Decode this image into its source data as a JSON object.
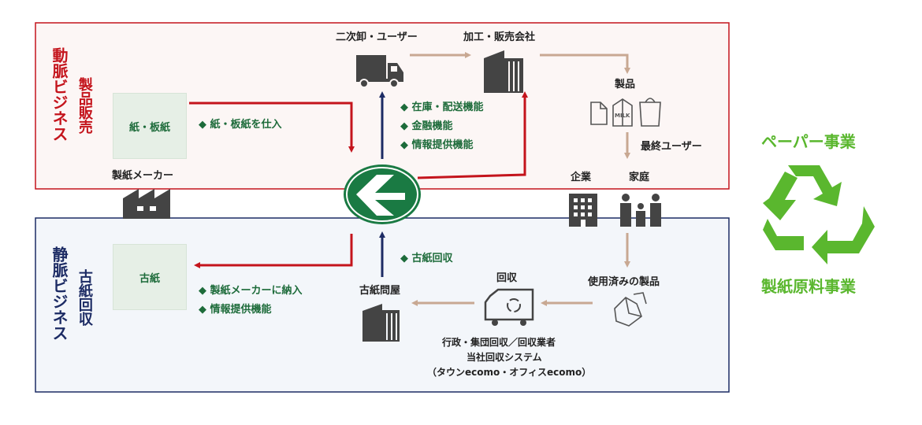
{
  "colors": {
    "upper_border": "#c4141c",
    "upper_bg": "#fcf6f5",
    "lower_border": "#1c2b64",
    "lower_bg": "#f3f6fa",
    "red_arrow": "#c4141c",
    "navy_arrow": "#1c2b64",
    "tan_arrow": "#c8a892",
    "green_text": "#1d6b3a",
    "recycle_green": "#5ab72e",
    "icon_gray": "#444444"
  },
  "upper": {
    "title": "動脈ビジネス",
    "subtitle": "製品販売",
    "paper_box": "紙・板紙",
    "paper_note": "◆ 紙・板紙を仕入",
    "functions": [
      "◆ 在庫・配送機能",
      "◆ 金融機能",
      "◆ 情報提供機能"
    ]
  },
  "lower": {
    "title": "静脈ビジネス",
    "subtitle": "古紙回収",
    "waste_box": "古紙",
    "waste_notes": [
      "◆ 製紙メーカーに納入",
      "◆ 情報提供機能"
    ],
    "collect_note": "◆ 古紙回収"
  },
  "nodes": {
    "secondary_wholesale": "二次卸・ユーザー",
    "processing_sales": "加工・販売会社",
    "products": "製品",
    "end_user": "最終ユーザー",
    "maker": "製紙メーカー",
    "company": "企業",
    "household": "家庭",
    "used_products": "使用済みの製品",
    "recovery": "回収",
    "waste_dealer": "古紙問屋",
    "milk_label": "MILK"
  },
  "recovery_notes": [
    "行政・集団回収／回収業者",
    "当社回収システム",
    "（タウンecomo・オフィスecomo）"
  ],
  "right_panel": {
    "top": "ペーパー事業",
    "bottom": "製紙原料事業"
  },
  "icons": [
    "truck-icon",
    "building-icon",
    "paper-products-icon",
    "factory-icon",
    "company-logo-icon",
    "office-building-icon",
    "family-icon",
    "recycle-truck-icon",
    "crumpled-paper-icon",
    "warehouse-icon",
    "recycle-icon"
  ]
}
